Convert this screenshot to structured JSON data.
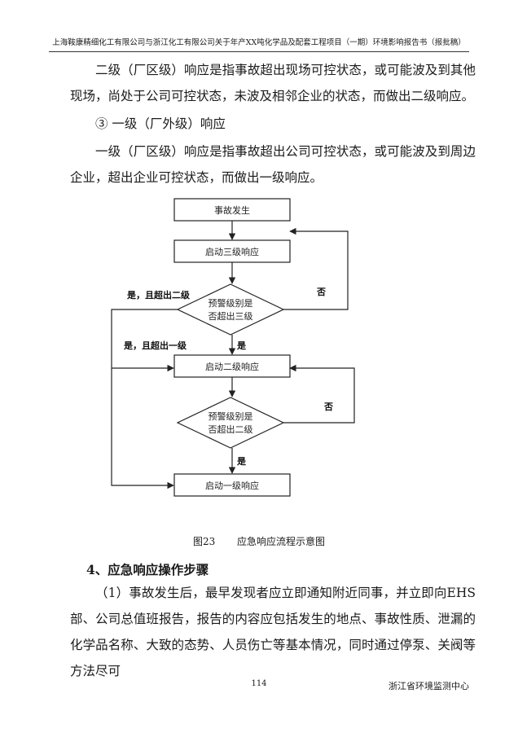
{
  "header": {
    "title": "上海鞍康精细化工有限公司与浙江化工有限公司关于年产XX吨化学品及配套工程项目（一期）环境影响报告书（报批稿）"
  },
  "body": {
    "para1": "二级（厂区级）响应是指事故超出现场可控状态，或可能波及到其他现场，尚处于公司可控状态，未波及相邻企业的状态，而做出二级响应。",
    "item3": "③ 一级（厂外级）响应",
    "para2": "一级（厂区级）响应是指事故超出公司可控状态，或可能波及到周边企业，超出企业可控状态，而做出一级响应。"
  },
  "flowchart": {
    "box_start": "事故发生",
    "box_level3": "启动三级响应",
    "decision1_line1": "预警级别是",
    "decision1_line2": "否超出三级",
    "box_level2": "启动二级响应",
    "decision2_line1": "预警级别是",
    "decision2_line2": "否超出二级",
    "box_level1": "启动一级响应",
    "label_no1": "否",
    "label_yes1": "是",
    "label_no2": "否",
    "label_yes2": "是",
    "label_yes_exceed2": "是，且超出二级",
    "label_yes_exceed1": "是，且超出一级"
  },
  "caption": {
    "number": "图23",
    "title": "应急响应流程示意图"
  },
  "section": {
    "heading": "4、应急响应操作步骤",
    "para": "（1）事故发生后，最早发现者应立即通知附近同事，并立即向EHS部、公司总值班报告，报告的内容应包括发生的地点、事故性质、泄漏的化学品名称、大致的态势、人员伤亡等基本情况，同时通过停泵、关阀等方法尽可"
  },
  "footer": {
    "page": "114",
    "org": "浙江省环境监测中心"
  }
}
